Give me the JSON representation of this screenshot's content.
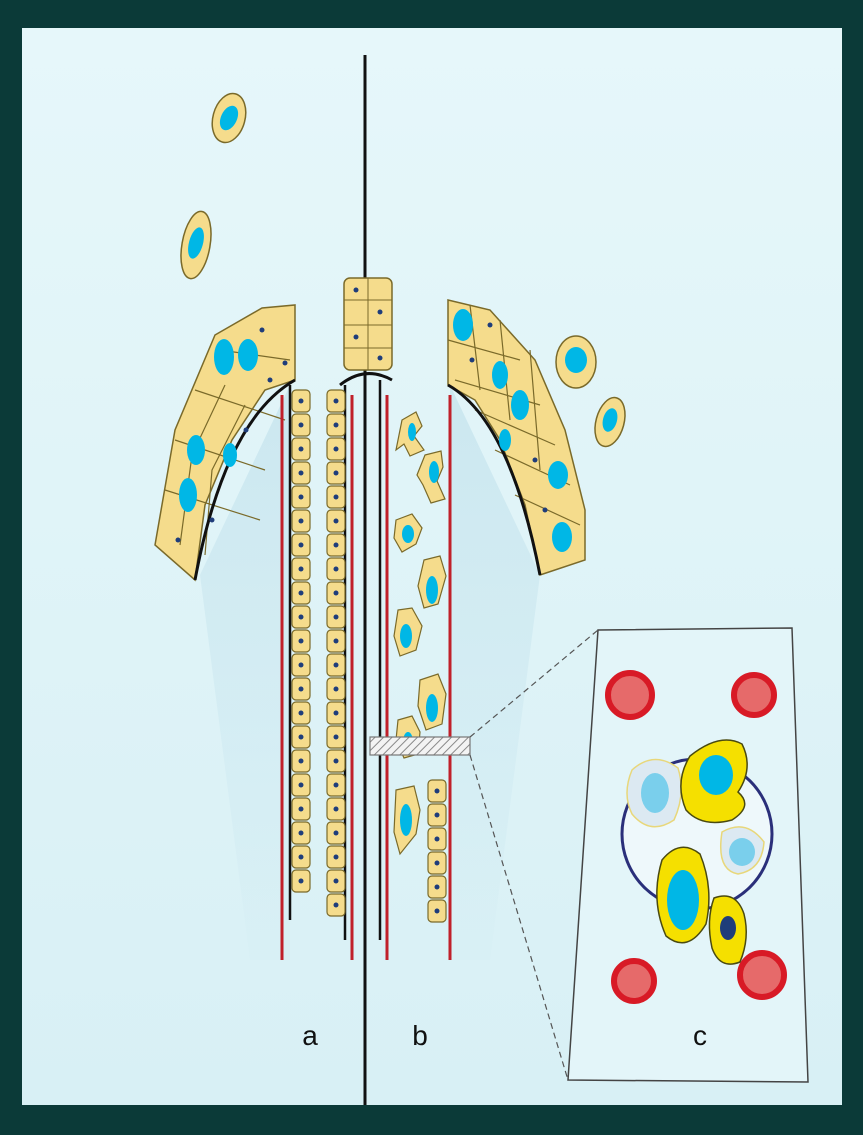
{
  "labels": {
    "a": "a",
    "b": "b",
    "c": "c"
  },
  "colors": {
    "outer_frame": "#0b3a38",
    "background": "#dff4f8",
    "cell_fill": "#f5dc8c",
    "cell_outline": "#7a6a2a",
    "nucleus_blue": "#00b7e6",
    "nucleus_dot": "#1f3d7a",
    "membrane_red": "#c0202a",
    "activated_yellow": "#f5e000",
    "inset_border": "#2a2f7a",
    "red_cell_fill": "#e66a6a",
    "red_cell_rim": "#d81a26",
    "divider": "#111111"
  }
}
